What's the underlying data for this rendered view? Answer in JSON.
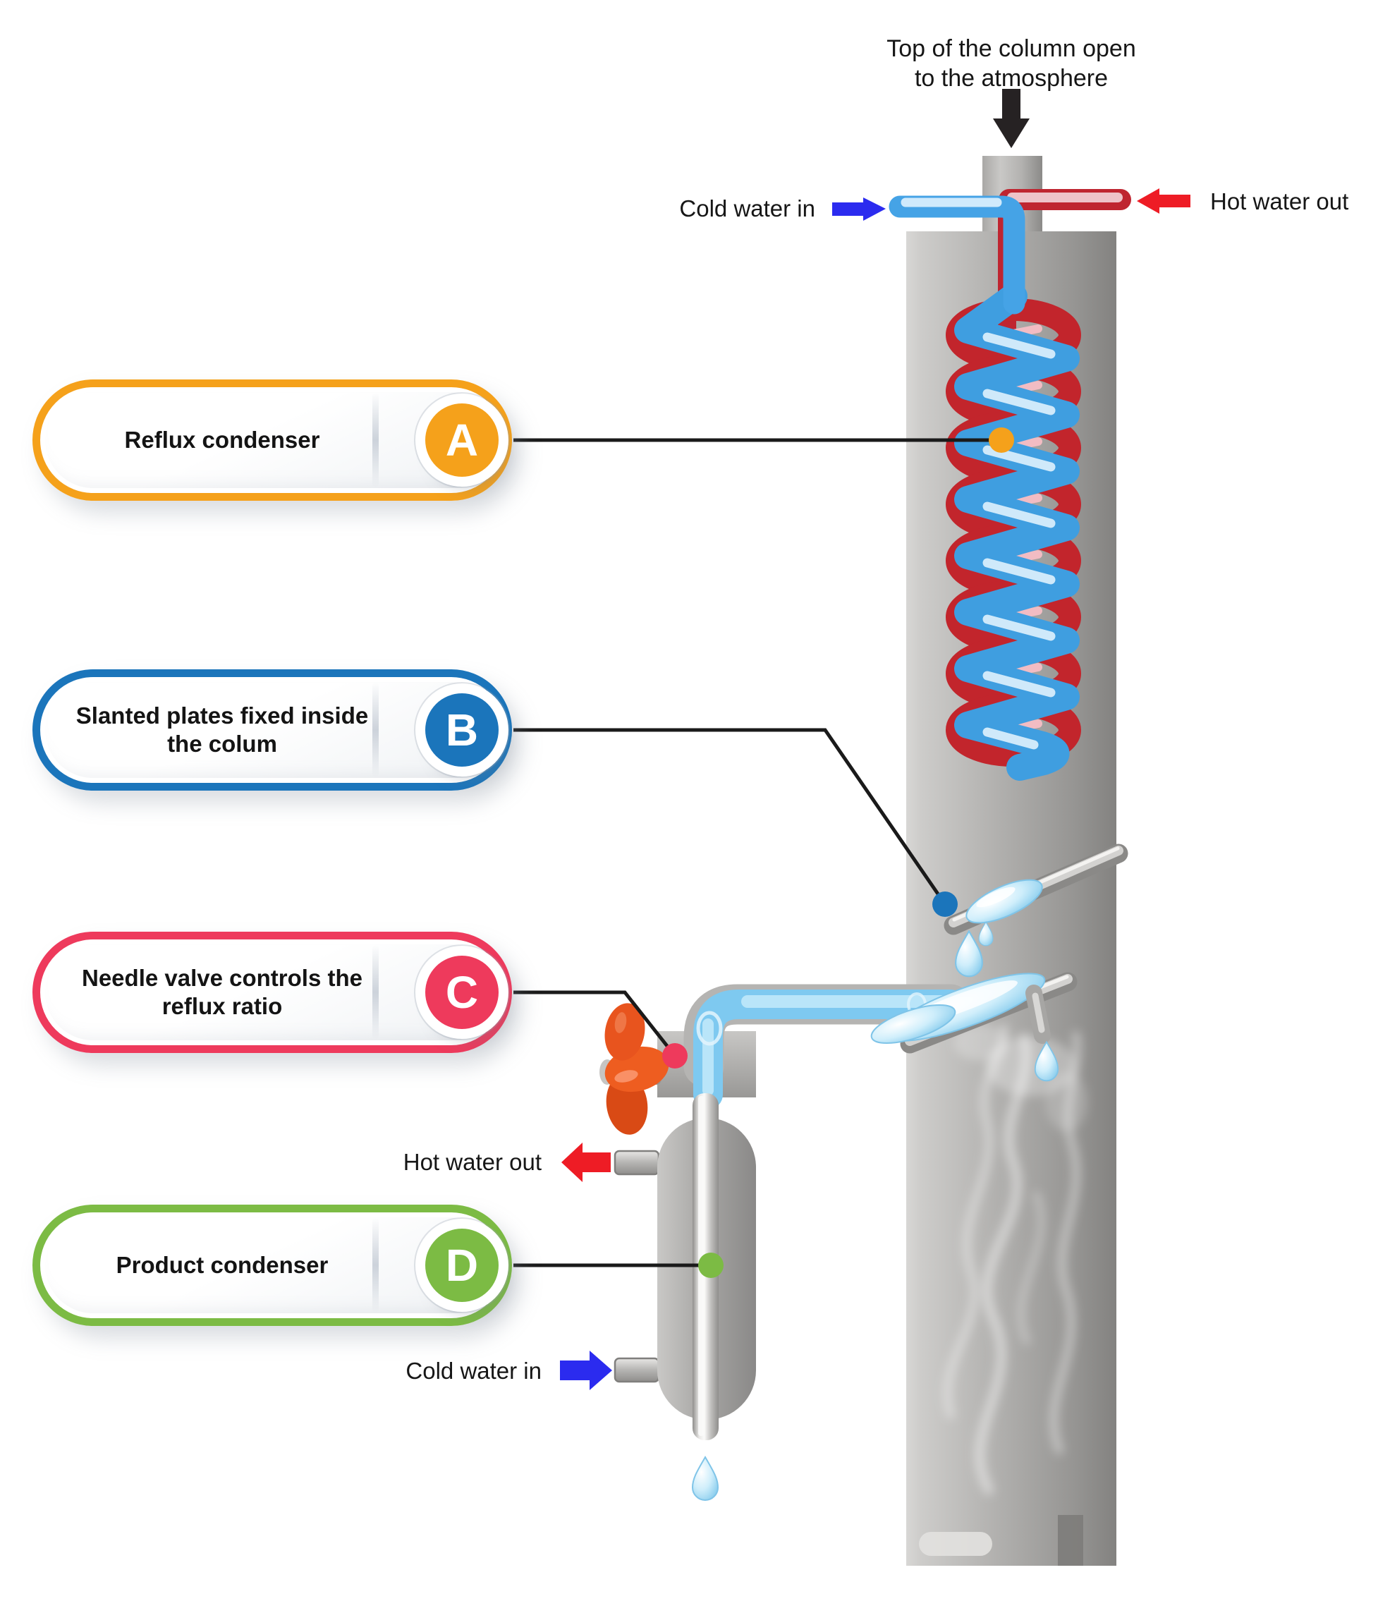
{
  "title": {
    "line1": "Top of the column open",
    "line2": "to the atmosphere"
  },
  "pipe_labels": {
    "cold_water_in_top": "Cold water in",
    "hot_water_out_top": "Hot water out",
    "hot_water_out_bottom": "Hot water out",
    "cold_water_in_bottom": "Cold water in"
  },
  "badges": [
    {
      "letter": "A",
      "label": "Reflux condenser",
      "lines": [
        "Reflux condenser"
      ],
      "color": "#F5A11B"
    },
    {
      "letter": "B",
      "label": "Slanted plates fixed inside the colum",
      "lines": [
        "Slanted plates fixed inside",
        "the colum"
      ],
      "color": "#1B75BB"
    },
    {
      "letter": "C",
      "label": "Needle valve controls the reflux ratio",
      "lines": [
        "Needle valve controls the",
        "reflux ratio"
      ],
      "color": "#EE3A5C"
    },
    {
      "letter": "D",
      "label": "Product condenser",
      "lines": [
        "Product condenser"
      ],
      "color": "#7CBB44"
    }
  ],
  "colors": {
    "connector_a_orange": "#F5A11B",
    "connector_b_blue": "#1B75BB",
    "connector_c_red": "#EE3A5C",
    "connector_d_green": "#7CBB44",
    "arrow_blue": "#2B2BEF",
    "arrow_red": "#EE1C25",
    "arrow_black": "#262223",
    "coil_red": "#C2252C",
    "coil_red_highlight": "#F2BCC3",
    "coil_blue": "#3F9EE0",
    "coil_blue_highlight": "#CFE9FA",
    "cold_pipe": "#45A3E6",
    "hot_pipe": "#BF2530",
    "column_gray_light": "#D8D7D5",
    "column_gray_dark": "#838280"
  }
}
